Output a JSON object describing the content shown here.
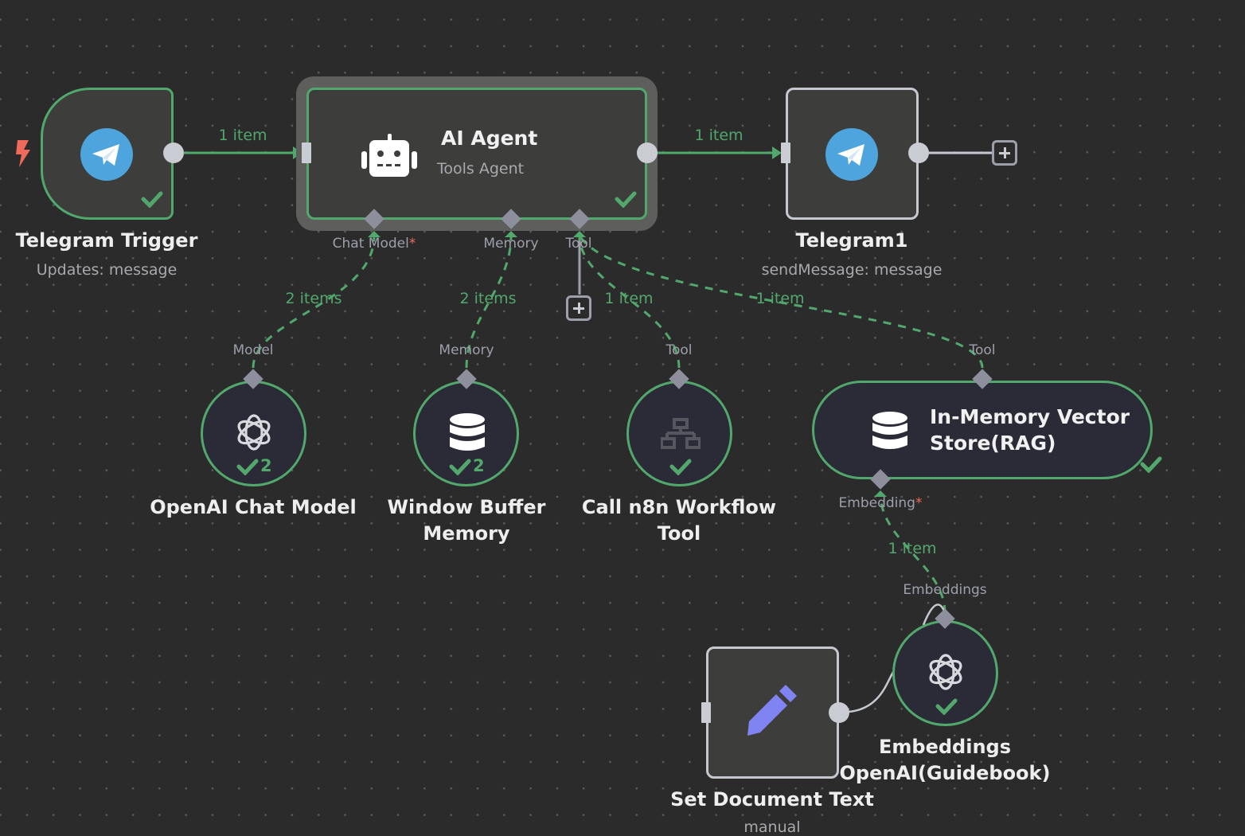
{
  "colors": {
    "canvas_bg": "#2b2b2b",
    "success_green": "#52a86c",
    "node_border_idle": "#c5c8cf",
    "port_gray": "#8d909c",
    "trigger_bolt": "#ef6a5a",
    "telegram_blue": "#4ea4dc",
    "set_pencil": "#7f84f2"
  },
  "nodes": {
    "telegram_trigger": {
      "title": "Telegram Trigger",
      "subtitle": "Updates: message",
      "icon": "telegram-icon",
      "status": "success"
    },
    "ai_agent": {
      "title": "AI Agent",
      "subtitle": "Tools Agent",
      "icon": "robot-icon",
      "status": "success",
      "selected": true,
      "ports": {
        "chat_model": "Chat Model",
        "chat_model_required": "*",
        "memory": "Memory",
        "tool": "Tool"
      }
    },
    "telegram1": {
      "title": "Telegram1",
      "subtitle": "sendMessage: message",
      "icon": "telegram-icon"
    },
    "openai_chat_model": {
      "title": "OpenAI Chat Model",
      "port_label": "Model",
      "icon": "openai-icon",
      "status": "success",
      "run_count": "2"
    },
    "window_buffer_memory": {
      "title_line1": "Window Buffer",
      "title_line2": "Memory",
      "port_label": "Memory",
      "icon": "database-icon",
      "status": "success",
      "run_count": "2"
    },
    "call_workflow_tool": {
      "title_line1": "Call n8n Workflow",
      "title_line2": "Tool",
      "port_label": "Tool",
      "icon": "sitemap-icon",
      "status": "success"
    },
    "vector_store": {
      "title_line1": "In-Memory Vector",
      "title_line2": "Store(RAG)",
      "port_label": "Tool",
      "icon": "database-icon",
      "status": "success",
      "embedding_port": "Embedding",
      "embedding_required": "*"
    },
    "embeddings_openai": {
      "title_line1": "Embeddings",
      "title_line2": "OpenAI(Guidebook)",
      "port_label": "Embeddings",
      "icon": "openai-icon",
      "status": "success"
    },
    "set_document_text": {
      "title": "Set Document Text",
      "subtitle": "manual",
      "icon": "pencil-icon"
    }
  },
  "edges": {
    "trigger_to_agent": "1 item",
    "agent_to_telegram1": "1 item",
    "model_to_agent": "2 items",
    "memory_to_agent": "2 items",
    "workflow_tool_to_agent": "1 item",
    "vector_store_to_agent": "1 item",
    "embeddings_to_vector_store": "1 item"
  }
}
